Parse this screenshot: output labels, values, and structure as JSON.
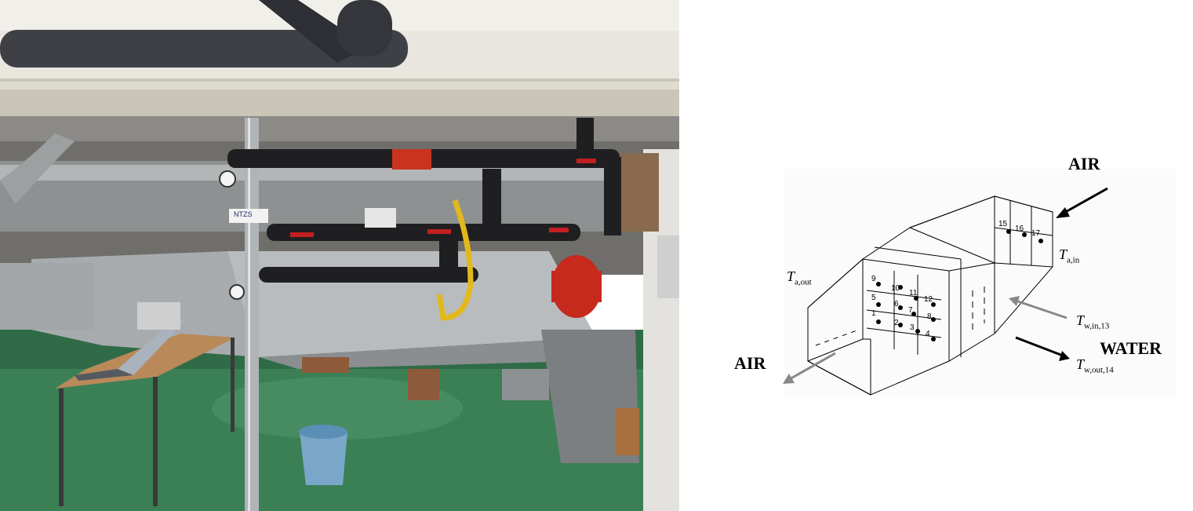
{
  "photo": {
    "description_icon": "photo-icon",
    "device_label": "NTZS"
  },
  "diagram": {
    "labels": {
      "air_in": "AIR",
      "air_out": "AIR",
      "water": "WATER",
      "t_a_out": "T",
      "t_a_out_sub": "a,out",
      "t_a_in": "T",
      "t_a_in_sub": "a,in",
      "t_w_in": "T",
      "t_w_in_sub": "w,in,13",
      "t_w_out": "T",
      "t_w_out_sub": "w,out,14"
    },
    "points": [
      "1",
      "2",
      "3",
      "4",
      "5",
      "6",
      "7",
      "8",
      "9",
      "10",
      "11",
      "12",
      "15",
      "16",
      "17"
    ]
  }
}
